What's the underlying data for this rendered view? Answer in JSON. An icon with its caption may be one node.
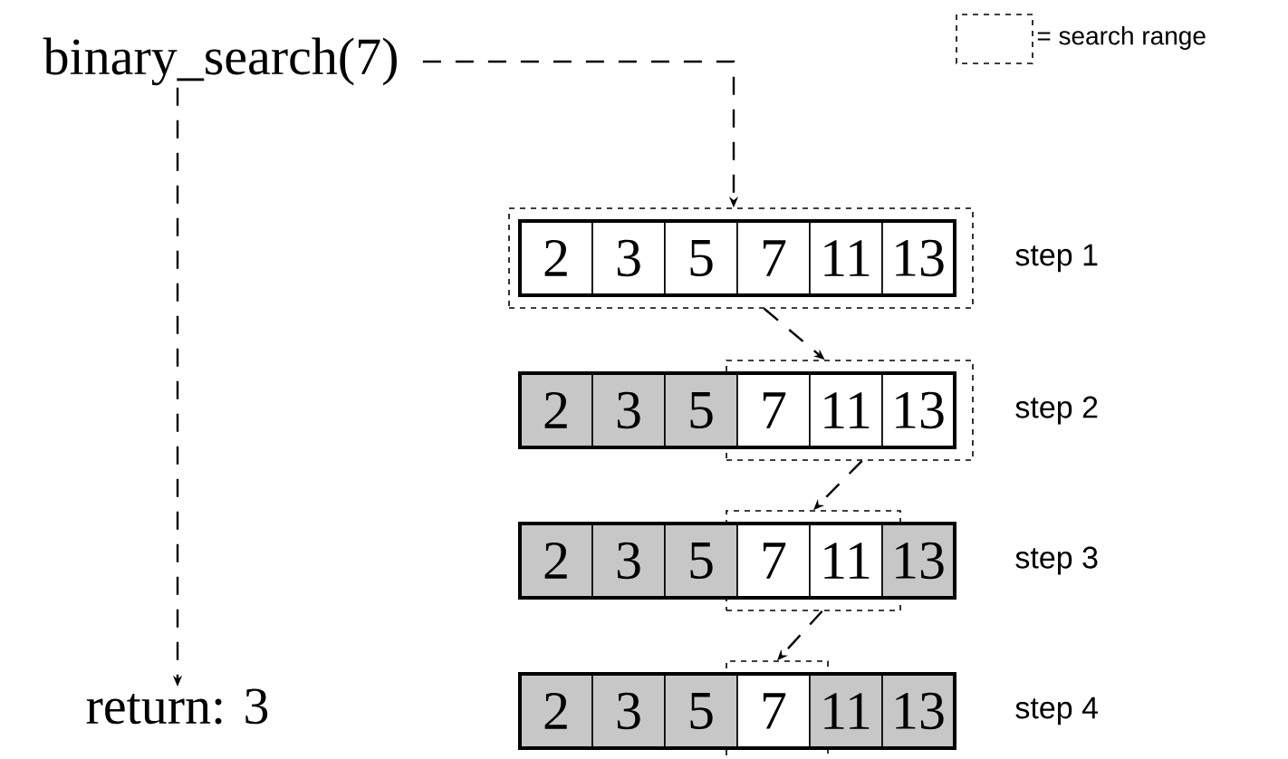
{
  "diagram": {
    "nodes": [
      {
        "text": [
          "binary_search(7)"
        ]
      },
      {
        "text": [],
        "shape": "box"
      },
      {
        "text": [
          "2"
        ],
        "in": 1
      },
      {
        "text": [
          "3"
        ],
        "in": 1
      },
      {
        "text": [
          "5"
        ],
        "in": 1
      },
      {
        "text": [
          "7"
        ],
        "in": 1
      },
      {
        "text": [
          "11"
        ],
        "in": 1
      },
      {
        "text": [
          "13"
        ],
        "in": 1
      },
      {
        "text": [],
        "shape": "box"
      },
      {
        "text": [
          "2"
        ]
      },
      {
        "text": [
          "3"
        ]
      },
      {
        "text": [
          "5"
        ]
      },
      {
        "text": [
          "7"
        ],
        "in": 8
      },
      {
        "text": [
          "11"
        ],
        "in": 8
      },
      {
        "text": [
          "13"
        ],
        "in": 8
      },
      {
        "text": [],
        "shape": "box"
      },
      {
        "text": [
          "2"
        ]
      },
      {
        "text": [
          "3"
        ]
      },
      {
        "text": [
          "5"
        ]
      },
      {
        "text": [
          "7"
        ],
        "in": 15
      },
      {
        "text": [
          "11"
        ],
        "in": 15
      },
      {
        "text": [
          "13"
        ]
      },
      {
        "text": [],
        "shape": "box"
      },
      {
        "text": [
          "2"
        ]
      },
      {
        "text": [
          "3"
        ]
      },
      {
        "text": [
          "5"
        ]
      },
      {
        "text": [
          "7"
        ],
        "in": 22
      },
      {
        "text": [
          "11"
        ]
      },
      {
        "text": [
          "13"
        ]
      },
      {
        "text": [
          "return: 3"
        ]
      }
    ],
    "edges": [
      {
        "from": 0,
        "to": 1,
        "arrow": "to",
        "style": "dashed"
      },
      {
        "from": 1,
        "to": 8,
        "arrow": "to",
        "style": "dashed"
      },
      {
        "from": 8,
        "to": 15,
        "arrow": "to",
        "style": "dashed"
      },
      {
        "from": 15,
        "to": 22,
        "arrow": "to",
        "style": "dashed"
      },
      {
        "from": 0,
        "to": 29,
        "arrow": "to",
        "style": "dashed"
      }
    ],
    "labels": [
      "step 1",
      "step 2",
      "step 3",
      "step 4"
    ],
    "legend": [
      {
        "text": "= search range"
      }
    ]
  }
}
